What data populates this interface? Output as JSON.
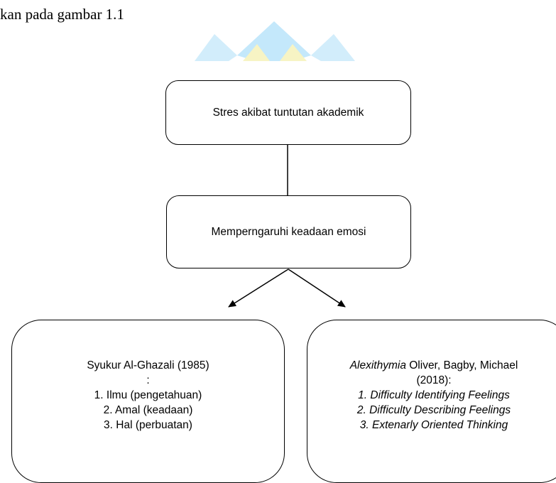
{
  "caption": "kan pada gambar 1.1",
  "watermark": {
    "icon": "logo-watermark",
    "colors": [
      "#bfe6fb",
      "#f6f3b0"
    ]
  },
  "boxes": {
    "top": {
      "text": "Stres akibat tuntutan akademik"
    },
    "middle": {
      "text": "Memperngaruhi keadaan emosi"
    },
    "left": {
      "title": "Syukur Al-Ghazali (1985)",
      "colon": ":",
      "items": [
        "1. Ilmu (pengetahuan)",
        "2. Amal (keadaan)",
        "3. Hal (perbuatan)"
      ]
    },
    "right": {
      "title_italic": "Alexithymia",
      "title_rest": " Oliver, Bagby, Michael",
      "year": "(2018):",
      "items": [
        "1. Difficulty Identifying Feelings",
        "2. Difficulty Describing Feelings",
        "3. Extenarly Oriented Thinking"
      ]
    }
  },
  "colors": {
    "stroke": "#000000",
    "background": "#ffffff"
  }
}
